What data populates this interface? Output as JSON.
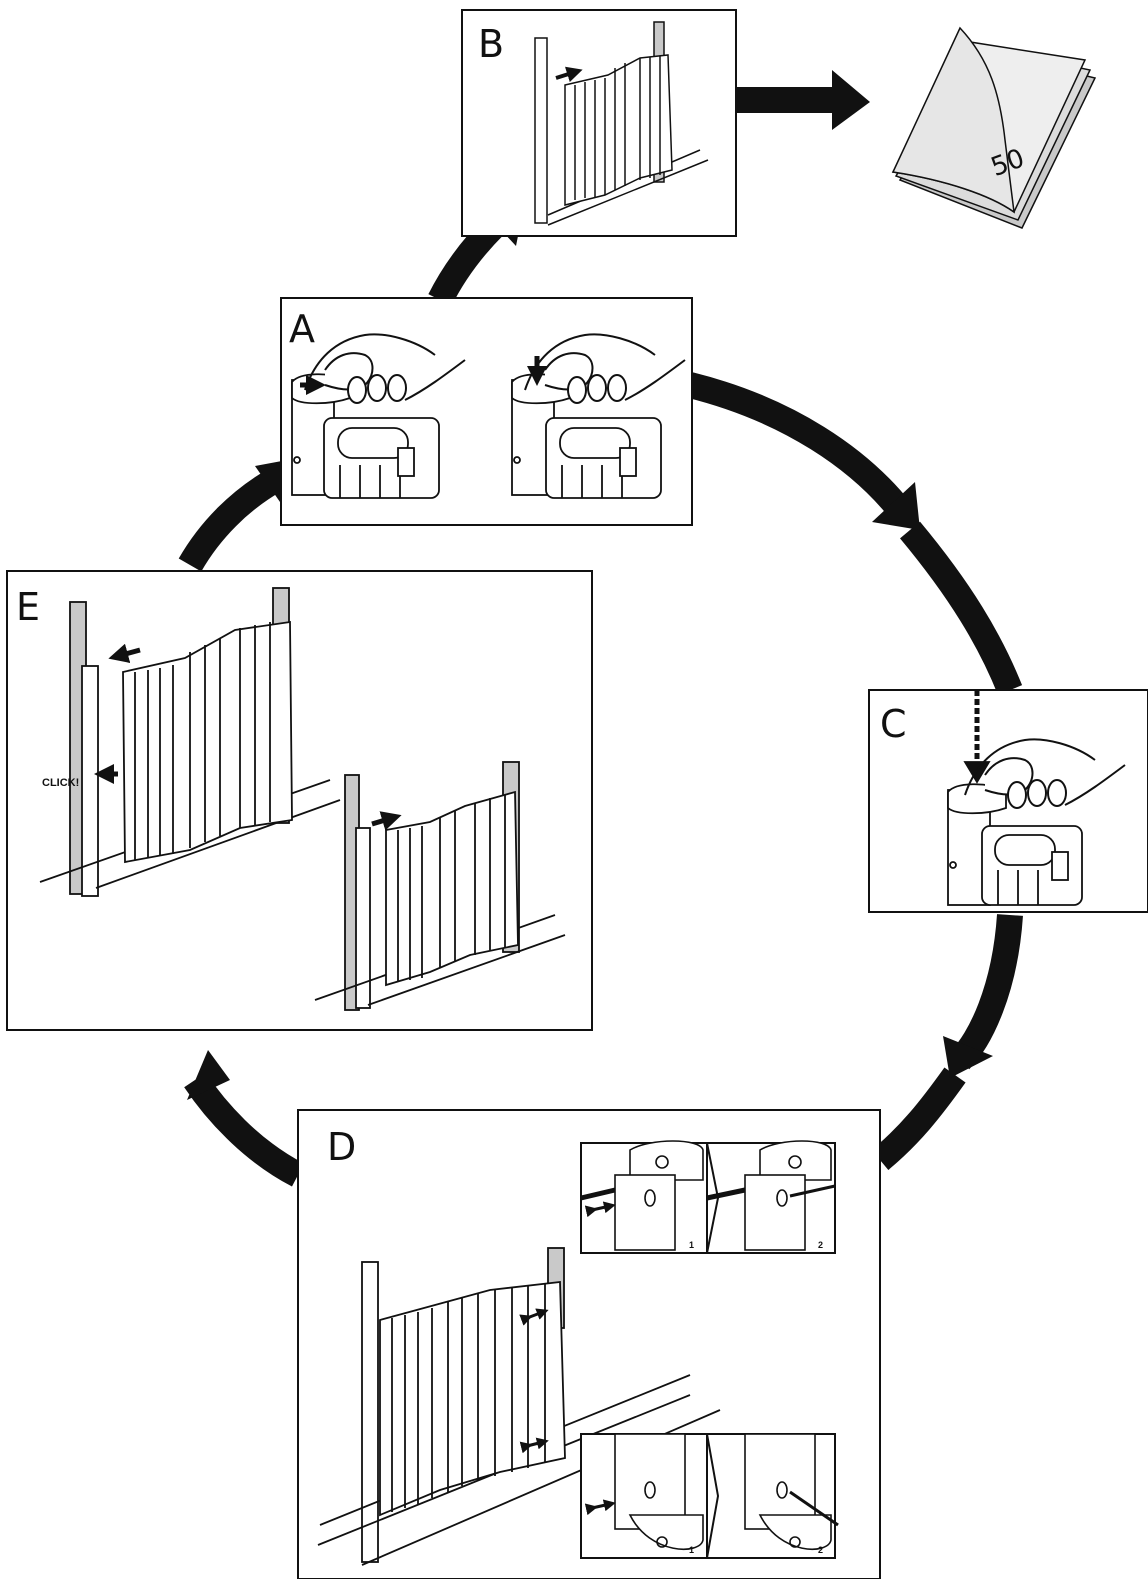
{
  "panels": {
    "a": {
      "label": "A"
    },
    "b": {
      "label": "B"
    },
    "c": {
      "label": "C"
    },
    "d": {
      "label": "D",
      "inset_step_1": "1",
      "inset_step_2": "2"
    },
    "e": {
      "label": "E",
      "click_text": "CLICK!"
    }
  },
  "booklet": {
    "page_number": "50"
  },
  "colors": {
    "ink": "#111111",
    "gray": "#b5b5b5",
    "light_gray": "#d9d9d9",
    "paper": "#ffffff"
  }
}
